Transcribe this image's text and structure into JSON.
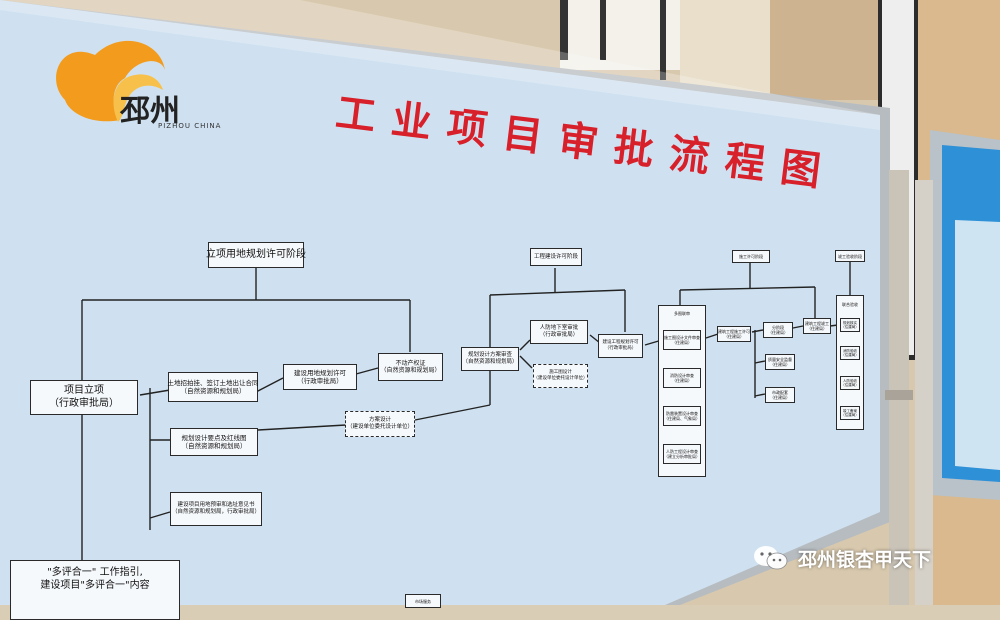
{
  "board": {
    "title": "工业项目审批流程图",
    "logo_text": "邳州",
    "logo_sub": "PIZHOU CHINA"
  },
  "stages": [
    {
      "label": "立项用地规划许可阶段"
    },
    {
      "label": "工程建设许可阶段"
    },
    {
      "label": "施工许可阶段"
    },
    {
      "label": "竣工验收阶段"
    }
  ],
  "boxes": {
    "project_setup": {
      "line1": "项目立项",
      "line2": "（行政审批局）"
    },
    "land_auction": {
      "line1": "土地招拍挂、签订土地出让合同",
      "line2": "（自然资源和规划局）"
    },
    "land_permit": {
      "line1": "建设用地规划许可",
      "line2": "（行政审批局）"
    },
    "property": {
      "line1": "不动产权证",
      "line2": "（自然资源和规划局）"
    },
    "plan_points": {
      "line1": "规划设计要点及红线图",
      "line2": "（自然资源和规划局）"
    },
    "scheme_review": {
      "line1": "方案设计",
      "line2": "（建设单位委托设计单位）"
    },
    "site_opinion": {
      "line1": "建设项目用地预审和选址意见书",
      "line2": "（自然资源和规划局，行政审批局）"
    },
    "design_review": {
      "line1": "规划设计方案审查",
      "line2": "（自然资源和规划局）"
    },
    "civil_air": {
      "line1": "人防地下室审批",
      "line2": "（行政审批局）"
    },
    "construction_drawing": {
      "line1": "施工图设计",
      "line2": "（建设单位委托设计单位）"
    },
    "eng_permit": {
      "line1": "建设工程规划许可",
      "line2": "（行政审批局）"
    },
    "multi_review": {
      "line1": "多图联审"
    },
    "multi_1": {
      "line1": "施工图设计文件审查",
      "line2": "（住建局）"
    },
    "multi_2": {
      "line1": "消防设计审查",
      "line2": "（住建局）"
    },
    "multi_3": {
      "line1": "防雷装置设计审查",
      "line2": "（住建局、气象局）"
    },
    "multi_4": {
      "line1": "人防工程设计审查",
      "line2": "（建立分析审批局）"
    },
    "build_permit": {
      "line1": "建筑工程施工许可",
      "line2": "（住建局）"
    },
    "mid_1": {
      "line1": "分阶段",
      "line2": "（住建局）"
    },
    "mid_2": {
      "line1": "质量安全监督",
      "line2": "（住建局）"
    },
    "mid_3": {
      "line1": "市政配套",
      "line2": "（住建局）"
    },
    "joint_check": {
      "line1": "建筑工程竣工",
      "line2": "（住建局）"
    },
    "final_1": {
      "line1": "联合验收"
    },
    "final_2": {
      "line1": "规划核实",
      "line2": "（住建局）"
    },
    "final_3": {
      "line1": "消防验收",
      "line2": "（住建局）"
    },
    "final_4": {
      "line1": "人防验收",
      "line2": "（住建局）"
    },
    "final_5": {
      "line1": "竣工备案",
      "line2": "（住建局）"
    }
  },
  "bottom_notice": {
    "line1": "\"多评合一\"",
    "line2": "工作指引,",
    "line3": "建设项目\"多评合一\"内容"
  },
  "bottom_small": "市场服务",
  "watermark": "邳州银杏甲天下",
  "colors": {
    "board": "#cfe1f0",
    "title": "#d8202a",
    "logo_orange": "#f29b1d"
  }
}
